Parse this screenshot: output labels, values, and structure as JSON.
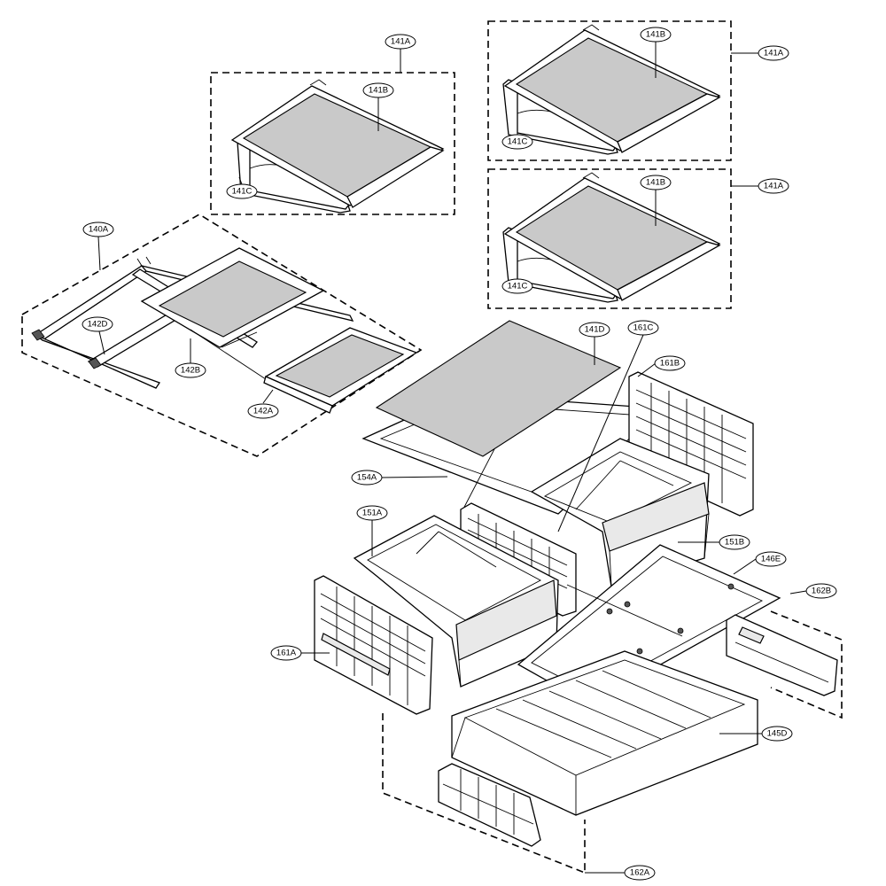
{
  "diagram": {
    "labels": {
      "l141A_1": "141A",
      "l141B_1": "141B",
      "l141C_1": "141C",
      "l141A_2": "141A",
      "l141B_2": "141B",
      "l141C_2": "141C",
      "l141A_3": "141A",
      "l141B_3": "141B",
      "l141C_3": "141C",
      "l140A": "140A",
      "l142D": "142D",
      "l142B": "142B",
      "l142A": "142A",
      "l141D": "141D",
      "l161C": "161C",
      "l161B": "161B",
      "l154A": "154A",
      "l151A": "151A",
      "l151B": "151B",
      "l146E": "146E",
      "l162B": "162B",
      "l161A": "161A",
      "l145D": "145D",
      "l162A": "162A"
    }
  }
}
